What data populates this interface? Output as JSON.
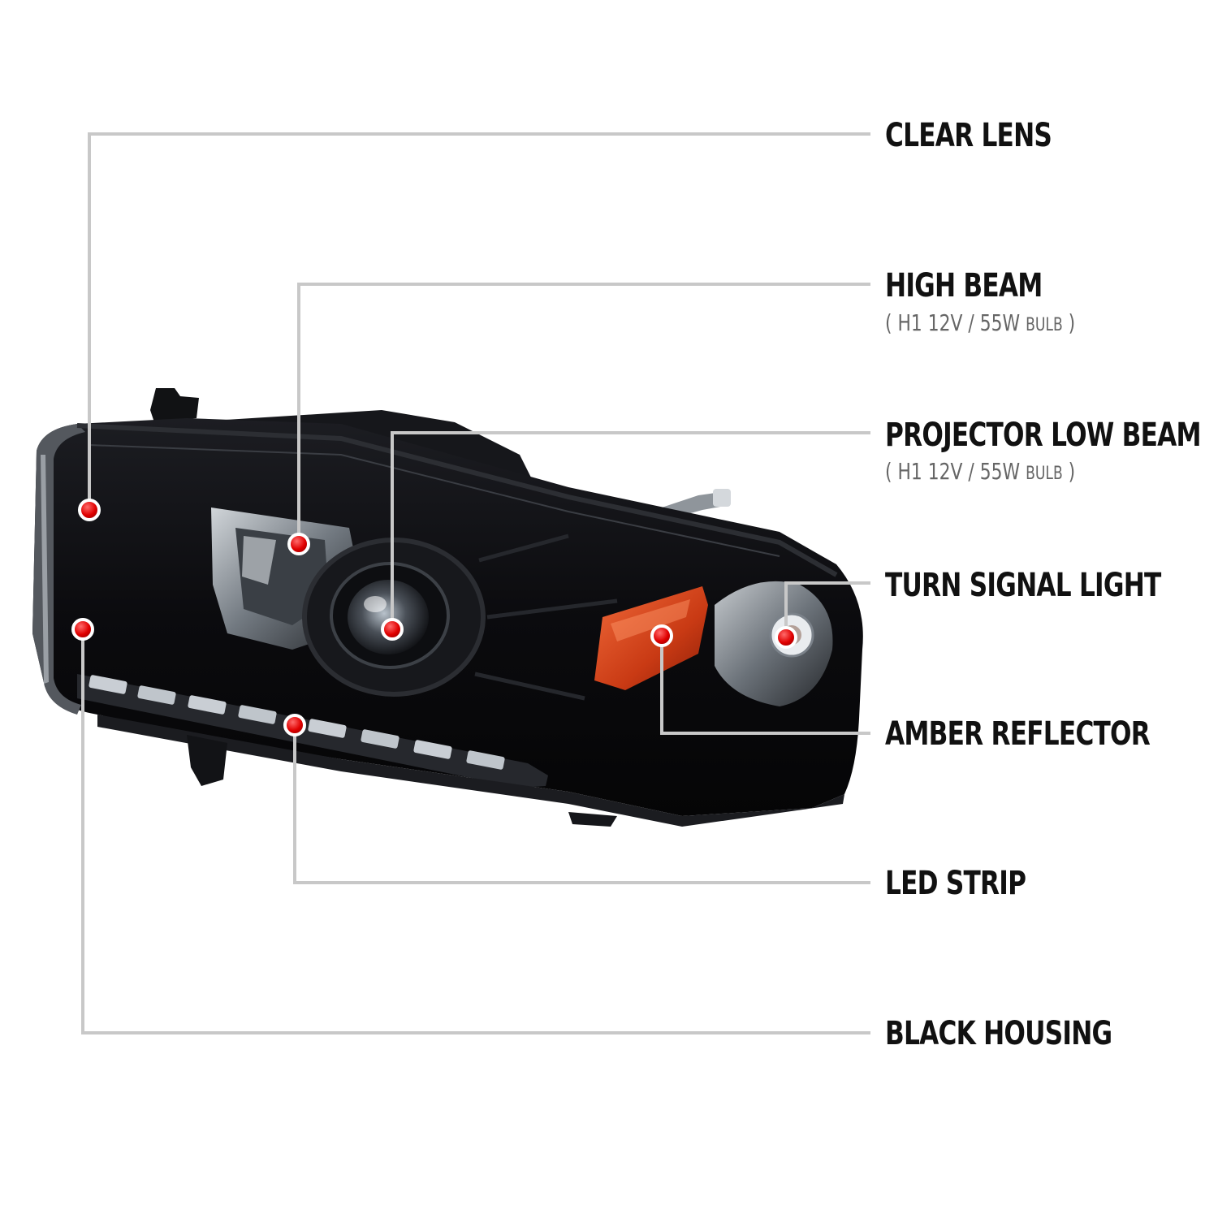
{
  "colors": {
    "leader_line": "#c8c8c8",
    "marker": "#d40000",
    "housing": "#0b0b0d",
    "amber": "#d9481f",
    "chrome": "#9aa2aa"
  },
  "callouts": [
    {
      "key": "clear_lens",
      "label": "CLEAR LENS"
    },
    {
      "key": "high_beam",
      "label": "HIGH BEAM",
      "spec": {
        "open": "(",
        "bulb": "H1",
        "rating": "12V / 55W",
        "unit": "BULB",
        "close": ")"
      }
    },
    {
      "key": "projector_low_beam",
      "label": "PROJECTOR LOW BEAM",
      "spec": {
        "open": "(",
        "bulb": "H1",
        "rating": "12V / 55W",
        "unit": "BULB",
        "close": ")"
      }
    },
    {
      "key": "turn_signal_light",
      "label": "TURN SIGNAL LIGHT"
    },
    {
      "key": "amber_reflector",
      "label": "AMBER REFLECTOR"
    },
    {
      "key": "led_strip",
      "label": "LED STRIP"
    },
    {
      "key": "black_housing",
      "label": "BLACK HOUSING"
    }
  ]
}
